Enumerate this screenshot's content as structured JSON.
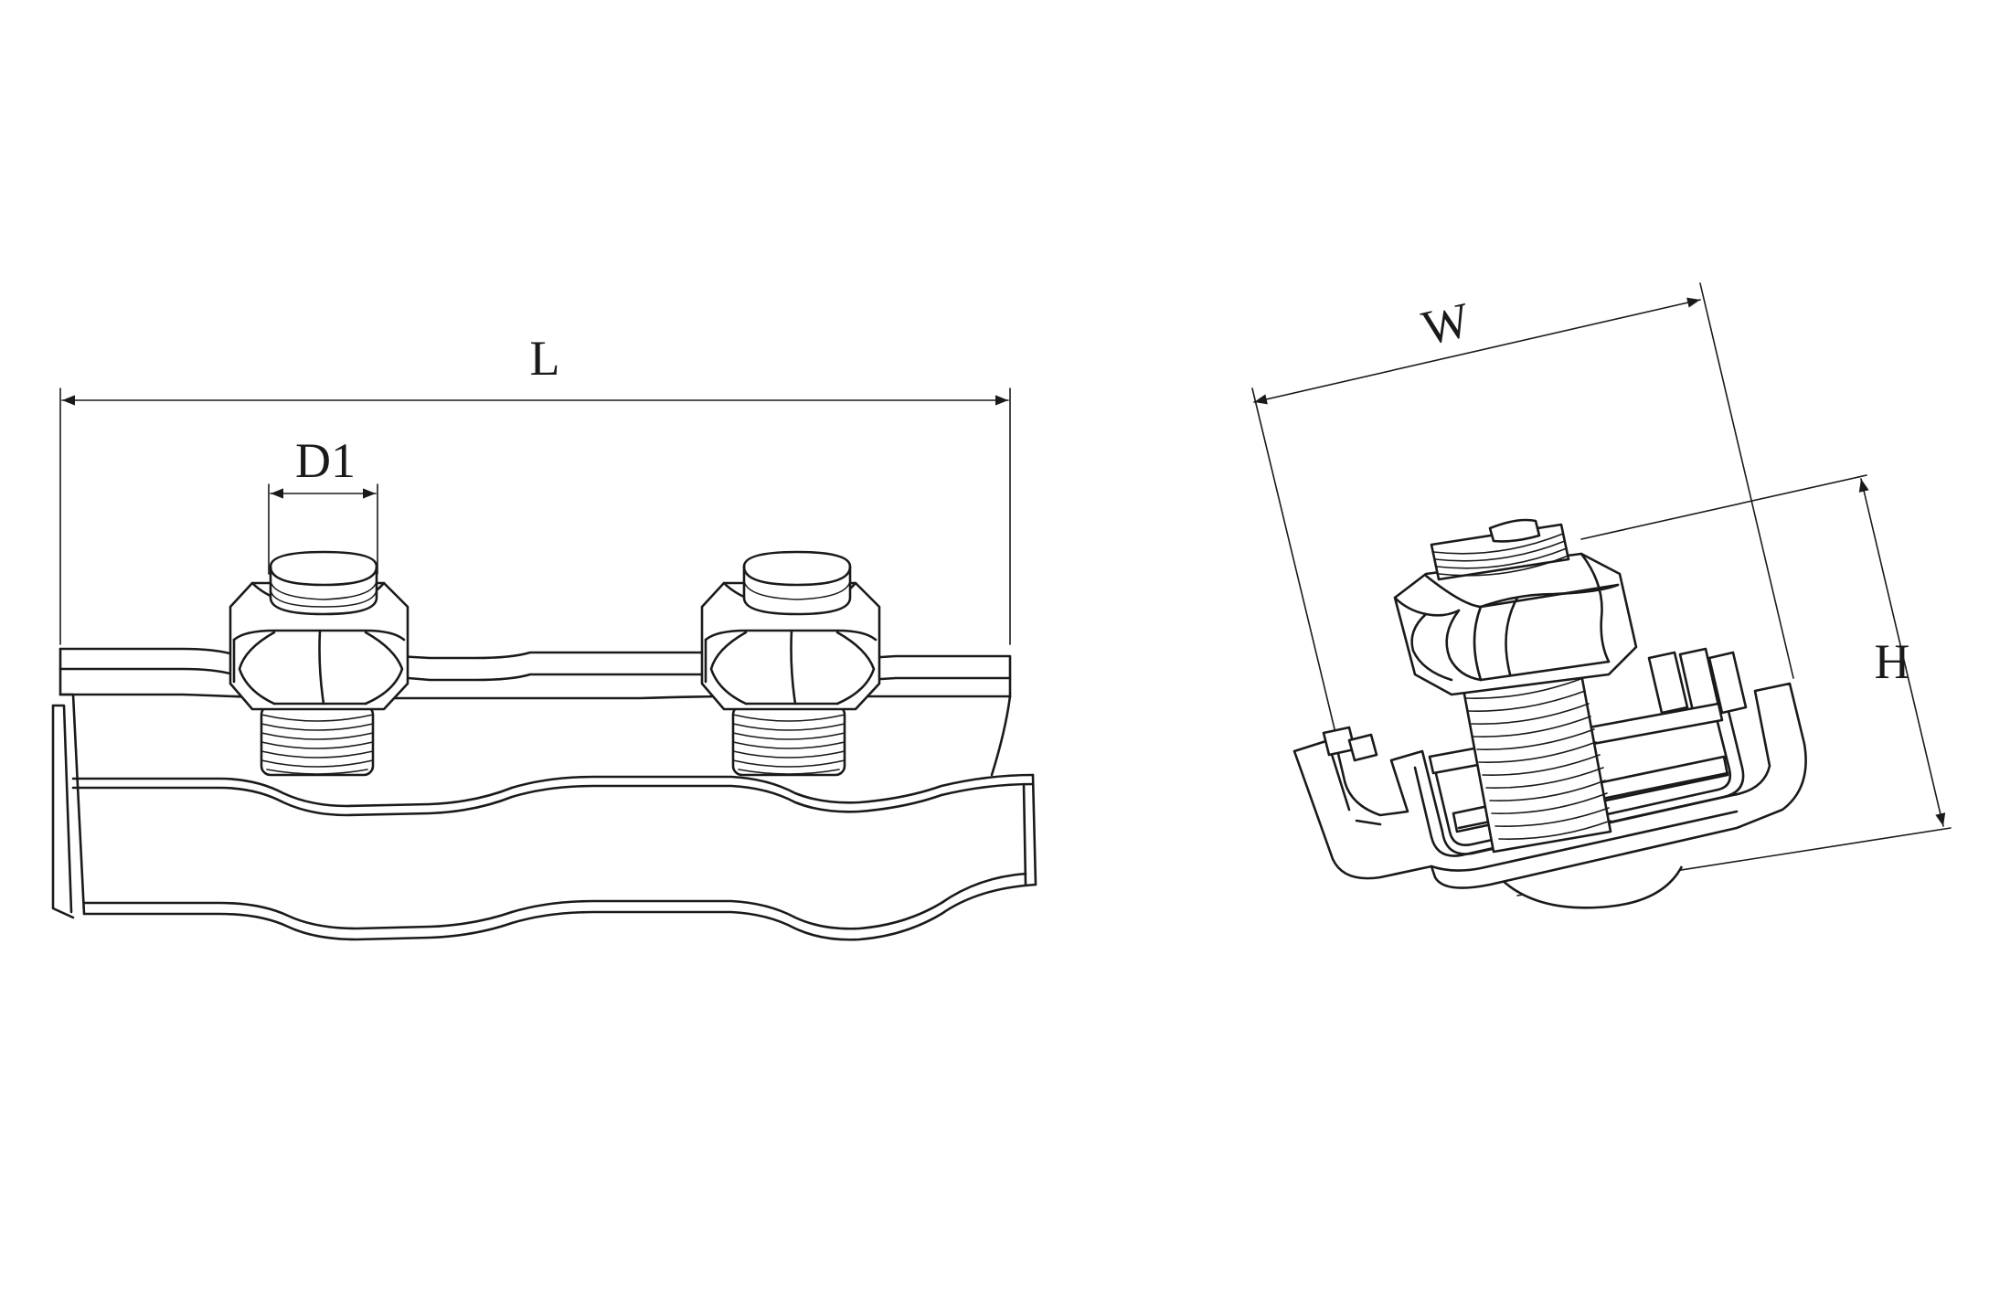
{
  "dimensions": {
    "length": "L",
    "bolt_diameter": "D1",
    "width": "W",
    "height": "H"
  },
  "colors": {
    "line": "#1a1a1a",
    "background": "#ffffff"
  }
}
